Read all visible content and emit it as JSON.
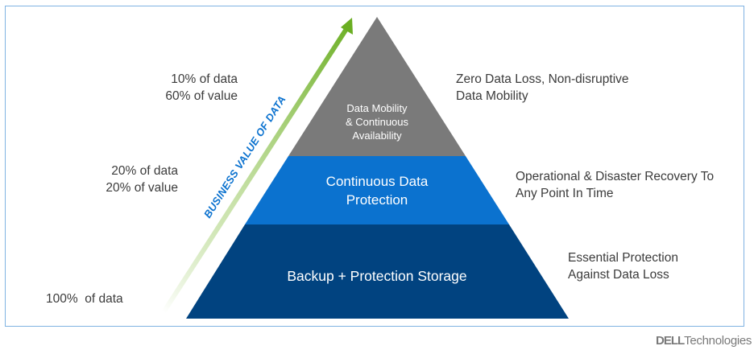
{
  "diagram": {
    "axis_label": "BUSINESS VALUE OF DATA",
    "layers": [
      {
        "name": "Data Mobility & Continuous Availability",
        "lines": [
          "Data Mobility",
          "& Continuous",
          "Availability"
        ],
        "color": "#7a7a7a",
        "left_label": [
          "10% of data",
          "60% of value"
        ],
        "right_label": [
          "Zero Data Loss, Non-disruptive",
          "Data Mobility"
        ]
      },
      {
        "name": "Continuous Data Protection",
        "lines": [
          "Continuous Data",
          "Protection"
        ],
        "color": "#0b72cf",
        "left_label": [
          "20% of data",
          "20% of value"
        ],
        "right_label": [
          "Operational & Disaster Recovery To",
          "Any Point In Time"
        ]
      },
      {
        "name": "Backup + Protection Storage",
        "lines": [
          "Backup + Protection Storage"
        ],
        "color": "#014380",
        "left_label": [
          "100%  of data"
        ],
        "right_label": [
          "Essential Protection",
          "Against Data Loss"
        ]
      }
    ],
    "colors": {
      "frame": "#7fb2e2",
      "arrow": "#76b72a",
      "axis_text": "#0b72cf",
      "label_text": "#3b3b3b"
    }
  },
  "branding": {
    "logo_brand": "DELL",
    "logo_suffix": "Technologies"
  }
}
